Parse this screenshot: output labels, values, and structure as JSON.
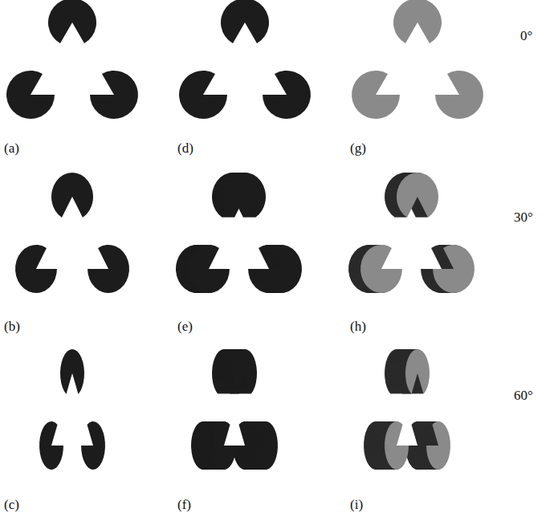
{
  "diagram": {
    "labels": [
      "(a)",
      "(d)",
      "(g)",
      "0°",
      "(b)",
      "(e)",
      "(h)",
      "30°",
      "(c)",
      "(f)",
      "(i)",
      "60°"
    ]
  }
}
